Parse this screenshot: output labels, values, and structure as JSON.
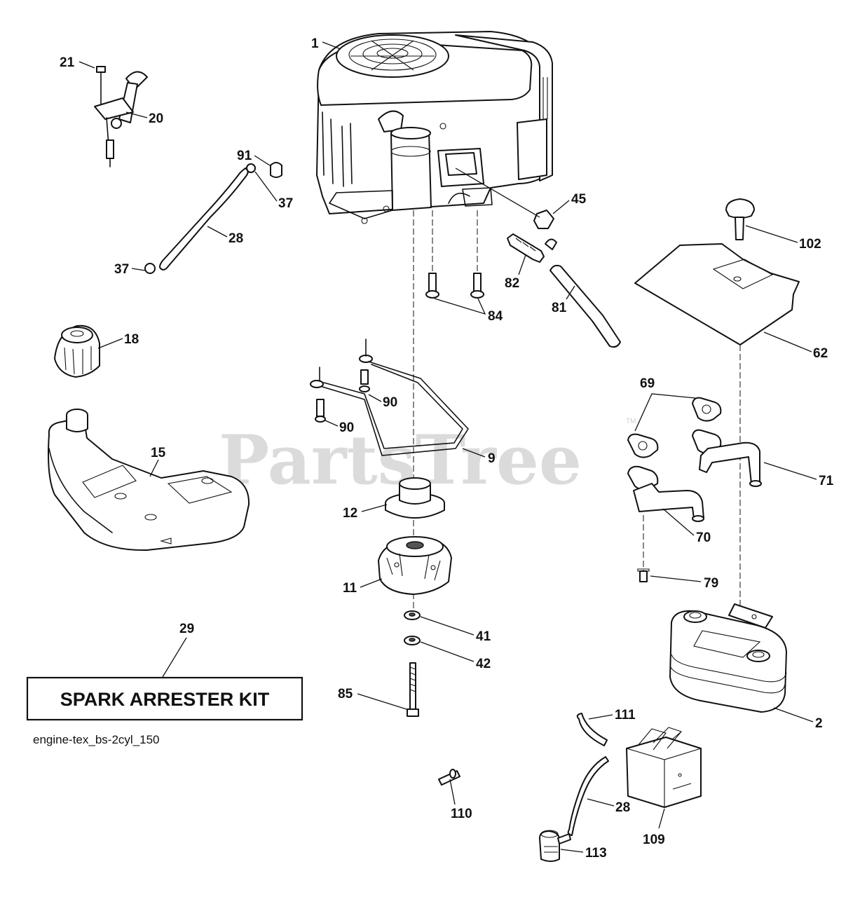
{
  "watermark": {
    "text": "PartsTree",
    "trademark": "TM"
  },
  "diagram_id": "engine-tex_bs-2cyl_150",
  "kit_box": {
    "label": "SPARK ARRESTER KIT",
    "callout": "29"
  },
  "callouts": [
    {
      "part": "engine",
      "label": "1"
    },
    {
      "part": "throttle-control",
      "label": "20"
    },
    {
      "part": "screw-throttle",
      "label": "21"
    },
    {
      "part": "fuel-filter",
      "label": "91"
    },
    {
      "part": "clamp-upper",
      "label": "37"
    },
    {
      "part": "fuel-line-left",
      "label": "28"
    },
    {
      "part": "clamp-lower",
      "label": "37"
    },
    {
      "part": "fuel-cap",
      "label": "18"
    },
    {
      "part": "fuel-tank",
      "label": "15"
    },
    {
      "part": "oil-drain-plug",
      "label": "45"
    },
    {
      "part": "oil-drain-valve",
      "label": "82"
    },
    {
      "part": "engine-bolts",
      "label": "84"
    },
    {
      "part": "oil-drain-hose",
      "label": "81"
    },
    {
      "part": "knob",
      "label": "102"
    },
    {
      "part": "heat-shield",
      "label": "62"
    },
    {
      "part": "exhaust-gaskets",
      "label": "69"
    },
    {
      "part": "exhaust-pipe-right",
      "label": "71"
    },
    {
      "part": "exhaust-pipe-left",
      "label": "70"
    },
    {
      "part": "exhaust-bolt",
      "label": "79"
    },
    {
      "part": "bolt-upper",
      "label": "90"
    },
    {
      "part": "bolt-lower",
      "label": "90"
    },
    {
      "part": "bracket",
      "label": "9"
    },
    {
      "part": "pulley",
      "label": "12"
    },
    {
      "part": "pto-clutch",
      "label": "11"
    },
    {
      "part": "washer",
      "label": "41"
    },
    {
      "part": "lock-washer",
      "label": "42"
    },
    {
      "part": "clutch-bolt",
      "label": "85"
    },
    {
      "part": "muffler",
      "label": "2"
    },
    {
      "part": "vent-hose",
      "label": "111"
    },
    {
      "part": "fuel-line-lower",
      "label": "28"
    },
    {
      "part": "canister",
      "label": "109"
    },
    {
      "part": "connector",
      "label": "110"
    },
    {
      "part": "valve",
      "label": "113"
    }
  ]
}
